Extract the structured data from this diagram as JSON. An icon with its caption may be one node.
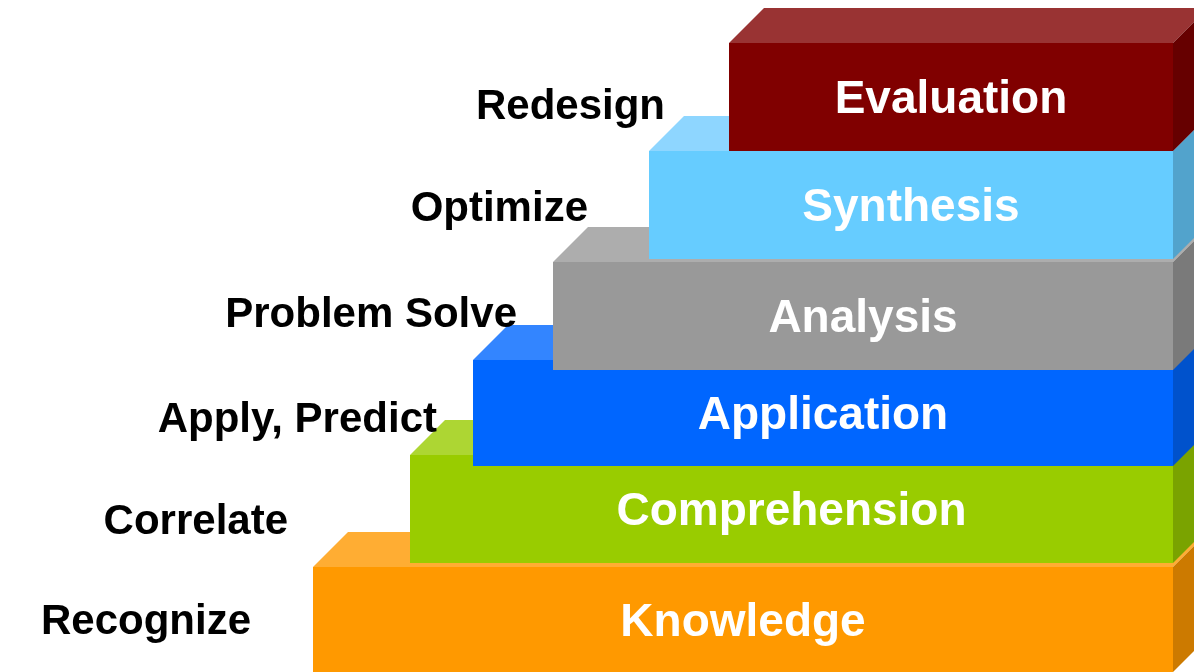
{
  "diagram": {
    "nodes": [
      {
        "text": [
          "Evaluation"
        ]
      },
      {
        "text": [
          "Synthesis"
        ]
      },
      {
        "text": [
          "Analysis"
        ]
      },
      {
        "text": [
          "Application"
        ]
      },
      {
        "text": [
          "Comprehension"
        ]
      },
      {
        "text": [
          "Knowledge"
        ]
      }
    ],
    "labels": [
      "Redesign",
      "Optimize",
      "Problem Solve",
      "Apply, Predict",
      "Correlate",
      "Recognize"
    ]
  }
}
